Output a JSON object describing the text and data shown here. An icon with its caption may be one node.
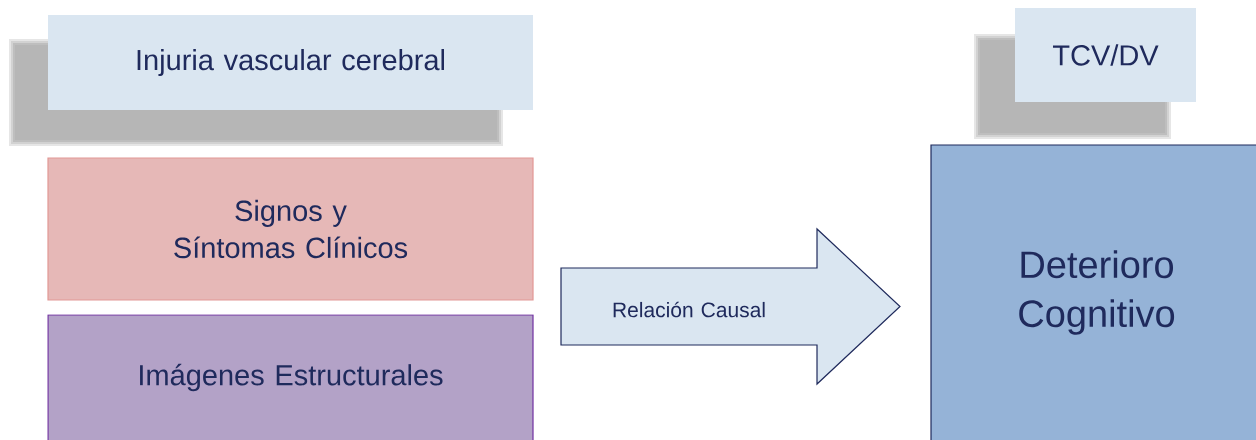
{
  "diagram": {
    "nodes": [
      {
        "text": [
          "Injuria vascular cerebral"
        ]
      },
      {
        "text": [
          "Signos y Síntomas Clínicos"
        ]
      },
      {
        "text": [
          "Imágenes Estructurales"
        ]
      },
      {
        "text": [
          "Relación Causal"
        ]
      },
      {
        "text": [
          "TCV/DV"
        ]
      },
      {
        "text": [
          "Deterioro Cognitivo"
        ]
      }
    ]
  }
}
